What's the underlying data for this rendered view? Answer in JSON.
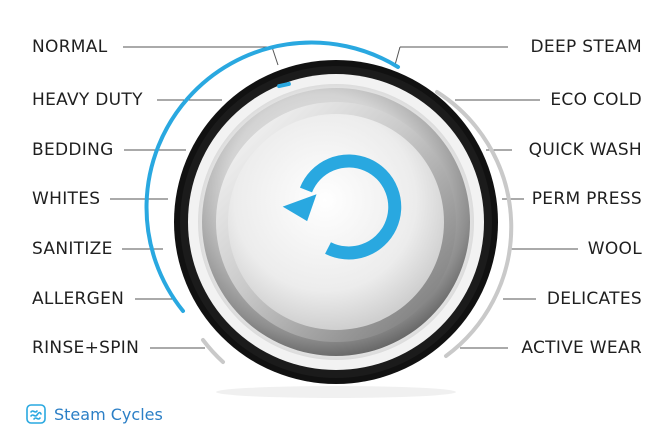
{
  "cycles_left": [
    {
      "label": "NORMAL"
    },
    {
      "label": "HEAVY DUTY"
    },
    {
      "label": "BEDDING"
    },
    {
      "label": "WHITES"
    },
    {
      "label": "SANITIZE"
    },
    {
      "label": "ALLERGEN"
    },
    {
      "label": "RINSE+SPIN"
    }
  ],
  "cycles_right": [
    {
      "label": "DEEP STEAM"
    },
    {
      "label": "ECO COLD"
    },
    {
      "label": "QUICK WASH"
    },
    {
      "label": "PERM PRESS"
    },
    {
      "label": "WOOL"
    },
    {
      "label": "DELICATES"
    },
    {
      "label": "ACTIVE WEAR"
    }
  ],
  "legend": {
    "icon": "steam-icon",
    "label": "Steam Cycles",
    "color": "#29a8e0"
  },
  "knob": {
    "center_icon": "rotate-icon",
    "accent_color": "#29a8e0",
    "selected_cycle": "NORMAL"
  }
}
